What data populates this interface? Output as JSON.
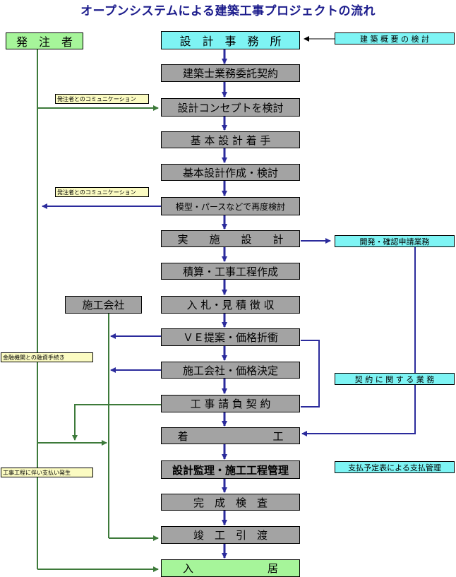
{
  "title": "オープンシステムによる建築工事プロジェクトの流れ",
  "actors": {
    "client": "発　注　者",
    "contractor": "施工会社"
  },
  "steps": [
    "設　計　事　務　所",
    "建築士業務委託契約",
    "設計コンセプトを検討",
    "基 本 設 計 着 手",
    "基本設計作成・検討",
    "模型・パースなどで再度検討",
    "実　　施　　設　　計",
    "積算・工事工程作成",
    "入 札・見 積 徴 収",
    "ＶＥ提案・価格折衝",
    "施工会社・価格決定",
    "工 事 請 負 契 約",
    "着　　　　　　　　工",
    "設計監理・施工工程管理",
    "完　成　検　査",
    "竣　工　引　渡",
    "入　　　　　　　居"
  ],
  "side_boxes": {
    "building_overview": "建 築 概 要 の 検 討",
    "development_permit": "開発・確認申請業務",
    "contract_work": "契 約 に 関 す る 業 務",
    "payment_management": "支払予定表による支払管理"
  },
  "notes": {
    "client_comm_1": "発注者とのコミュニケーション",
    "client_comm_2": "発注者とのコミュニケーション",
    "financing": "金融機関との融資手続き",
    "payment": "工事工程に伴い支払い発生"
  },
  "colors": {
    "gray_box": "#a3a3a3",
    "green_box": "#a6f59a",
    "cyan_box": "#7ef4f4",
    "note_box": "#fbfbc2",
    "blue_arrow": "#2b2b9c",
    "green_line": "#3d7a3a",
    "title": "#1c1c8c"
  }
}
